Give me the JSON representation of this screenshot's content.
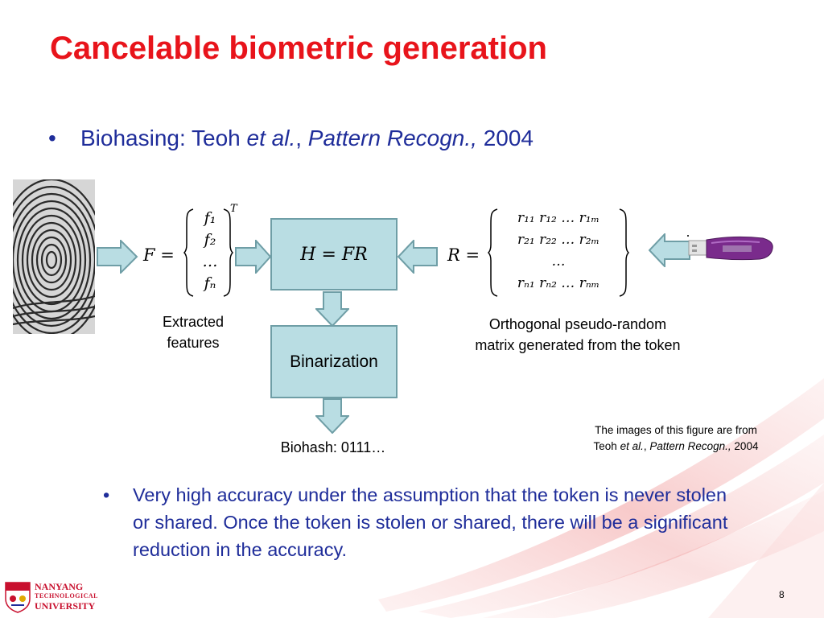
{
  "title": "Cancelable biometric generation",
  "bullet1": {
    "marker": "•",
    "lead": "Biohasing: Teoh ",
    "etal": "et al.",
    "comma": ", ",
    "journal": "Pattern Recogn.,",
    "year": " 2004"
  },
  "diagram": {
    "f_matrix": {
      "lhs": "F =",
      "rows": [
        "f₁",
        "f₂",
        "…",
        "fₙ"
      ],
      "superscript": "T"
    },
    "h_box": "H = FR",
    "binarization": "Binarization",
    "r_matrix": {
      "lhs": "R =",
      "rows": [
        "r₁₁ r₁₂ … r₁ₘ",
        "r₂₁ r₂₂ … r₂ₘ",
        "…",
        "rₙ₁ rₙ₂ … rₙₘ"
      ]
    },
    "extracted_label": [
      "Extracted",
      "features"
    ],
    "orthogonal_label": [
      "Orthogonal pseudo-random",
      "matrix generated from the token"
    ],
    "biohash": "Biohash: 0111…"
  },
  "credit": {
    "line1": "The images of this figure are from",
    "author": "Teoh ",
    "etal": "et al.",
    "comma": ", ",
    "journal": "Pattern Recogn.,",
    "year": " 2004"
  },
  "bullet2": {
    "marker": "•",
    "text": "Very high accuracy under the assumption that the token is never stolen or shared. Once the token is stolen or shared, there will be a significant reduction in the accuracy."
  },
  "page_number": "8",
  "logo": {
    "line1": "NANYANG",
    "line2": "TECHNOLOGICAL",
    "line3": "UNIVERSITY"
  },
  "colors": {
    "title": "#e8141b",
    "bullet": "#1f2d9a",
    "arrow_fill": "#b9dde3",
    "arrow_stroke": "#6f9ea6",
    "token": "#7a2b8c"
  }
}
